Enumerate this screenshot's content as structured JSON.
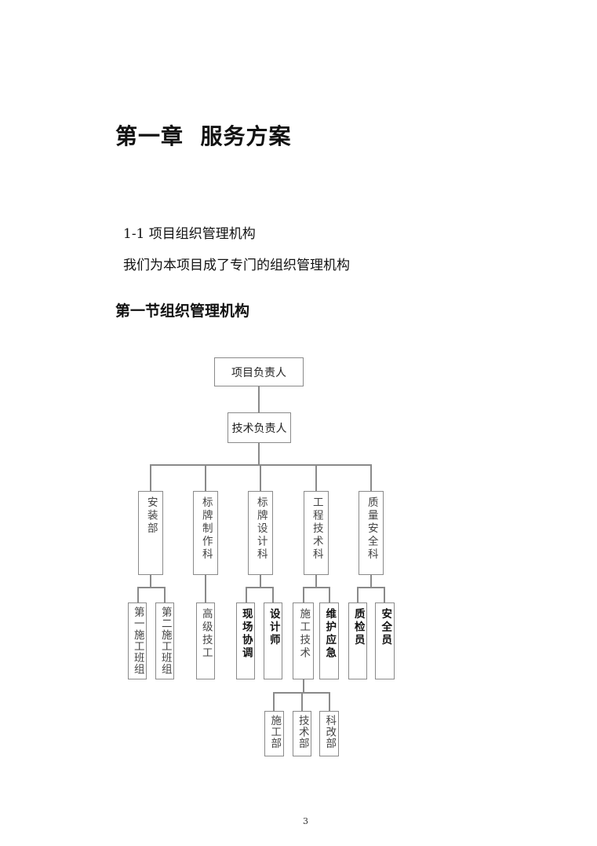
{
  "document": {
    "chapter_title": "第一章  服务方案",
    "paragraphs": [
      "1-1 项目组织管理机构",
      "我们为本项目成了专门的组织管理机构"
    ],
    "section_title": "第一节组织管理机构",
    "page_number": "3"
  },
  "org_chart": {
    "root": "项目负责人",
    "level1": "技术负责人",
    "departments": [
      {
        "name": "安装部",
        "children": [
          "第一施工班组",
          "第二施工班组"
        ]
      },
      {
        "name": "标牌制作科",
        "children": [
          "高级技工"
        ]
      },
      {
        "name": "标牌设计科",
        "children": [
          "现场协调",
          "设计师"
        ]
      },
      {
        "name": "工程技术科",
        "children": [
          "施工技术",
          "维护应急"
        ]
      },
      {
        "name": "质量安全科",
        "children": [
          "质检员",
          "安全员"
        ]
      }
    ],
    "sub_units": {
      "parent": "施工技术",
      "children": [
        "施工部",
        "技术部",
        "科改部"
      ]
    },
    "line_color": "#8a8a8a"
  }
}
